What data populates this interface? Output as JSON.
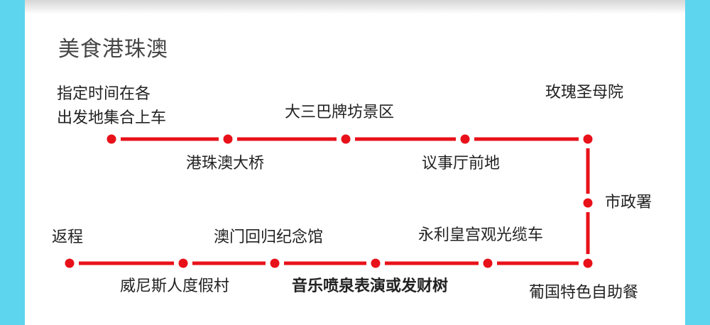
{
  "colors": {
    "side": "#5dd5ee",
    "route": "#e8111a"
  },
  "title": "美食港珠澳",
  "stops": {
    "start_line1": "指定时间在各",
    "start_line2": "出发地集合上车",
    "bridge": "港珠澳大桥",
    "ruins": "大三巴牌坊景区",
    "senado": "议事厅前地",
    "rose": "玫瑰圣母院",
    "municipal": "市政署",
    "portuguese": "葡国特色自助餐",
    "wynn_palace": "永利皇宫观光缆车",
    "fountain": "音乐喷泉表演或发财树",
    "museum": "澳门回归纪念馆",
    "venetian": "威尼斯人度假村",
    "return": "返程"
  }
}
